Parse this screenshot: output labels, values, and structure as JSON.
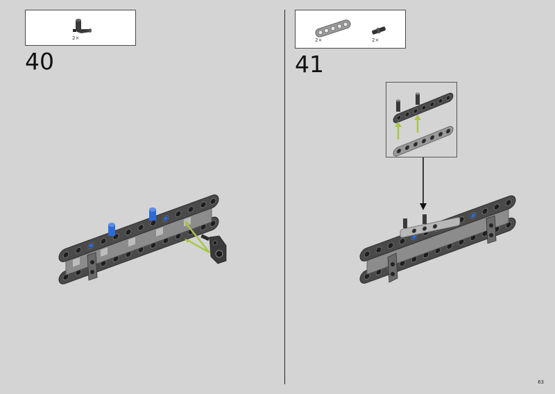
{
  "steps": [
    {
      "number": "40",
      "parts": [
        {
          "icon": "black-angled-pin-part-icon",
          "quantity": "2×"
        }
      ]
    },
    {
      "number": "41",
      "parts": [
        {
          "icon": "gray-beam-part-icon",
          "quantity": "2×"
        },
        {
          "icon": "dark-axle-pin-part-icon",
          "quantity": "2×"
        }
      ]
    }
  ],
  "page_number": "63",
  "colors": {
    "background": "#d4d4d4",
    "beam_dark": "#4a4a4a",
    "beam_light": "#9a9a9a",
    "pin_blue": "#2e6ad6",
    "arrow_green": "#a8c64a"
  }
}
